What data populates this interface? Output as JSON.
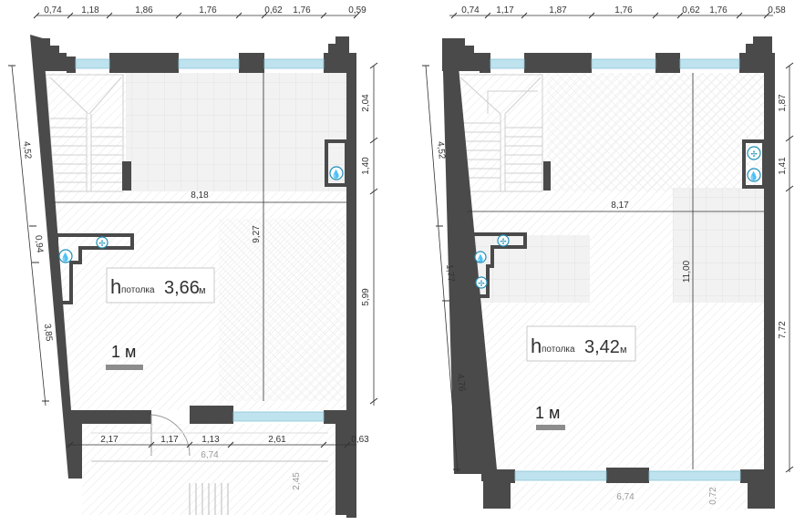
{
  "plan1": {
    "top_dims": [
      "0,74",
      "1,18",
      "1,86",
      "1,76",
      "0,62",
      "1,76",
      "0,59"
    ],
    "bottom_dims": [
      "2,17",
      "1,17",
      "1,13",
      "2,61",
      "0,63"
    ],
    "left_dims": [
      "4,52",
      "0,94",
      "3,85"
    ],
    "right_dims": [
      "2,04",
      "1,40",
      "5,99"
    ],
    "width_dim": "8,18",
    "height_dim": "9,27",
    "terrace_width": "6,74",
    "terrace_depth": "2,45",
    "ceiling_h": "h",
    "ceiling_sub": "потолка",
    "ceiling_val": "3,66",
    "ceiling_unit": "м",
    "scale_label": "1 м"
  },
  "plan2": {
    "top_dims": [
      "0,74",
      "1,17",
      "1,87",
      "1,76",
      "0,62",
      "1,76",
      "0,58"
    ],
    "left_dims": [
      "4,52",
      "1,77",
      "4,76"
    ],
    "right_dims": [
      "1,87",
      "1,41",
      "7,72"
    ],
    "width_dim": "8,17",
    "height_dim": "11,00",
    "terrace_width": "6,74",
    "terrace_depth": "0,72",
    "ceiling_h": "h",
    "ceiling_sub": "потолка",
    "ceiling_val": "3,42",
    "ceiling_unit": "м",
    "scale_label": "1 м"
  },
  "colors": {
    "wall": "#4a4a4a",
    "window": "#bfe3ee",
    "dim": "#333333",
    "icon": "#1f8fb8"
  }
}
